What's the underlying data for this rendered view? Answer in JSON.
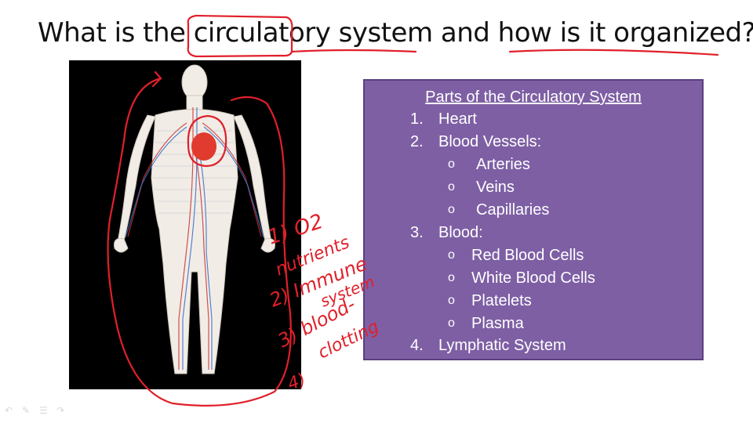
{
  "slide": {
    "title": "What is the circulatory system and how is it organized?"
  },
  "figure": {
    "description_icon": "human-circulatory-figure-icon"
  },
  "box": {
    "title": "Parts of the Circulatory System",
    "items": [
      {
        "num": "1.",
        "label": "Heart"
      },
      {
        "num": "2.",
        "label": "Blood Vessels:"
      },
      {
        "num": "o",
        "label": "Arteries"
      },
      {
        "num": "o",
        "label": "Veins"
      },
      {
        "num": "o",
        "label": "Capillaries"
      },
      {
        "num": "3.",
        "label": "Blood:"
      },
      {
        "num": "o",
        "label": "Red Blood Cells"
      },
      {
        "num": "o",
        "label": "White Blood Cells"
      },
      {
        "num": "o",
        "label": "Platelets"
      },
      {
        "num": "o",
        "label": "Plasma"
      },
      {
        "num": "4.",
        "label": "Lymphatic System"
      }
    ]
  },
  "handwriting": {
    "line1": "1) O2",
    "line2": "nutrients",
    "line3": "2) Immune",
    "line4": "system",
    "line5": "3) blood-",
    "line6": "clotting",
    "line7": "4)"
  },
  "colors": {
    "box_bg": "#7e5fa4",
    "ink": "#e0202a"
  },
  "toolbar": [
    "back-icon",
    "pen-icon",
    "menu-icon",
    "forward-icon"
  ]
}
